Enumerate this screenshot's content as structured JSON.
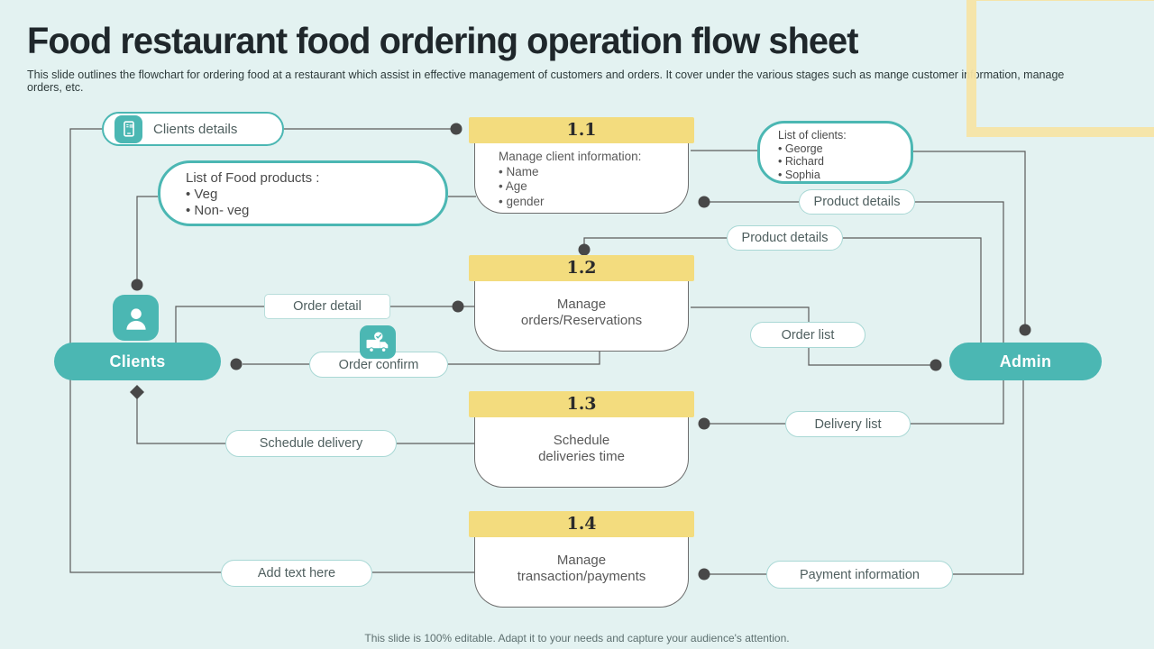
{
  "colors": {
    "background": "#e3f2f1",
    "teal_accent": "#4bb7b3",
    "step_band_yellow": "#f3dc7e",
    "corner_frame_yellow": "#f6e4a5",
    "connector_line": "#5b5b5b",
    "junction_dot": "#484848"
  },
  "header": {
    "title": "Food restaurant food ordering operation flow sheet",
    "subtitle": "This slide outlines the flowchart for ordering food at a restaurant which assist in effective  management of customers and orders. It cover under the various stages such as mange customer information, manage orders, etc."
  },
  "flowchart": {
    "clients_details": {
      "label": "Clients details",
      "icon": "phone-document-icon"
    },
    "food_products": {
      "title": "List of Food products :",
      "items": [
        "Veg",
        "Non- veg"
      ]
    },
    "list_of_clients": {
      "title": "List of clients:",
      "items": [
        "George",
        "Richard",
        "Sophia"
      ]
    },
    "steps": [
      {
        "number": "1.1",
        "title": "Manage client information:",
        "items": [
          "Name",
          "Age",
          "gender"
        ]
      },
      {
        "number": "1.2",
        "label": "Manage\norders/Reservations"
      },
      {
        "number": "1.3",
        "label": "Schedule\ndeliveries time"
      },
      {
        "number": "1.4",
        "label": "Manage\ntransaction/payments"
      }
    ],
    "labels": {
      "product_details_top": "Product details",
      "product_details_mid": "Product details",
      "order_detail": "Order detail",
      "order_confirm": "Order confirm",
      "order_list": "Order list",
      "delivery_list": "Delivery list",
      "schedule_delivery": "Schedule delivery",
      "add_text": "Add text here",
      "payment_information": "Payment information"
    },
    "actors": {
      "clients": "Clients",
      "admin": "Admin"
    },
    "icons": {
      "clients_avatar": "person-icon",
      "order_confirm": "delivery-truck-check-icon",
      "clients_details": "phone-document-icon"
    }
  },
  "footer": {
    "note": "This slide is 100% editable. Adapt it to your needs and capture your audience's attention."
  }
}
